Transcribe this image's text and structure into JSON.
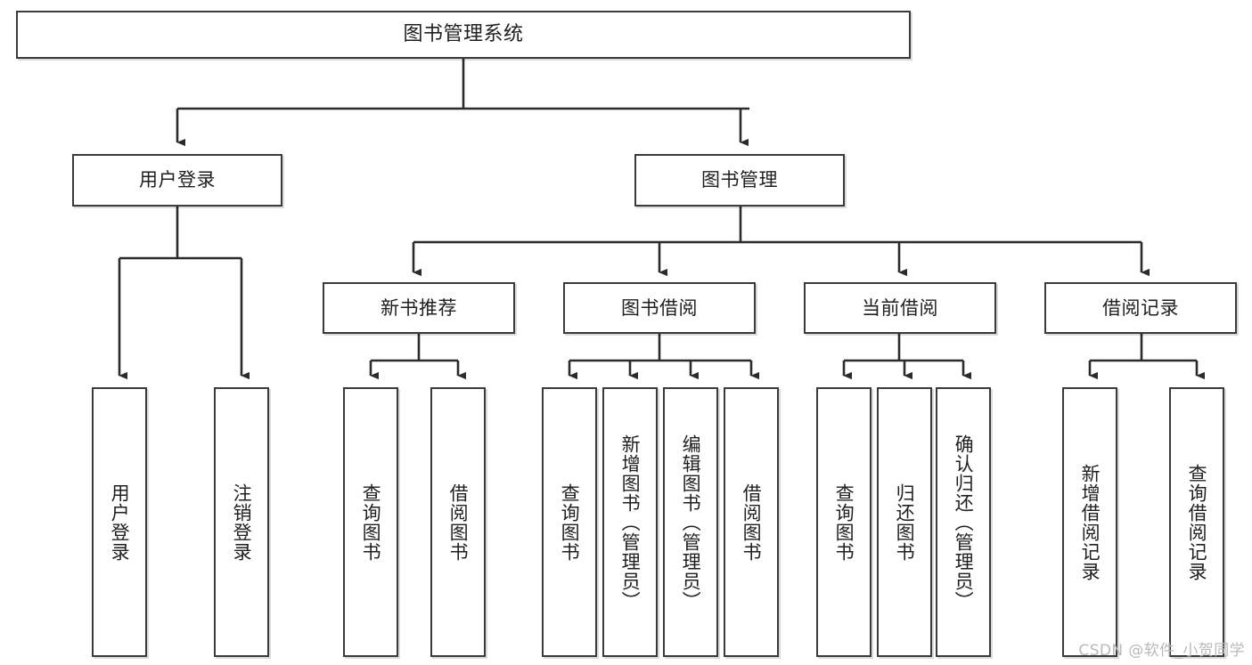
{
  "diagram": {
    "type": "hierarchy-tree",
    "title": "图书管理系统",
    "watermark": "CSDN @软件_小贺同学",
    "colors": {
      "node_border": "#3a3a3a",
      "node_fill": "#ffffff",
      "connector": "#2b2b2b",
      "text": "#1f1f1f",
      "watermark": "#b9b9b9"
    },
    "root": {
      "label": "图书管理系统"
    },
    "level2": [
      {
        "label": "用户登录"
      },
      {
        "label": "图书管理"
      }
    ],
    "level3": [
      {
        "label": "新书推荐"
      },
      {
        "label": "图书借阅"
      },
      {
        "label": "当前借阅"
      },
      {
        "label": "借阅记录"
      }
    ],
    "leaves": {
      "user_login": [
        {
          "label": "用户登录"
        },
        {
          "label": "注销登录"
        }
      ],
      "new_book_recommend": [
        {
          "label": "查询图书"
        },
        {
          "label": "借阅图书"
        }
      ],
      "book_borrow": [
        {
          "label": "查询图书"
        },
        {
          "label": "新增图书（管理员）"
        },
        {
          "label": "编辑图书（管理员）"
        },
        {
          "label": "借阅图书"
        }
      ],
      "current_borrow": [
        {
          "label": "查询图书"
        },
        {
          "label": "归还图书"
        },
        {
          "label": "确认归还（管理员）"
        }
      ],
      "borrow_record": [
        {
          "label": "新增借阅记录"
        },
        {
          "label": "查询借阅记录"
        }
      ]
    }
  }
}
